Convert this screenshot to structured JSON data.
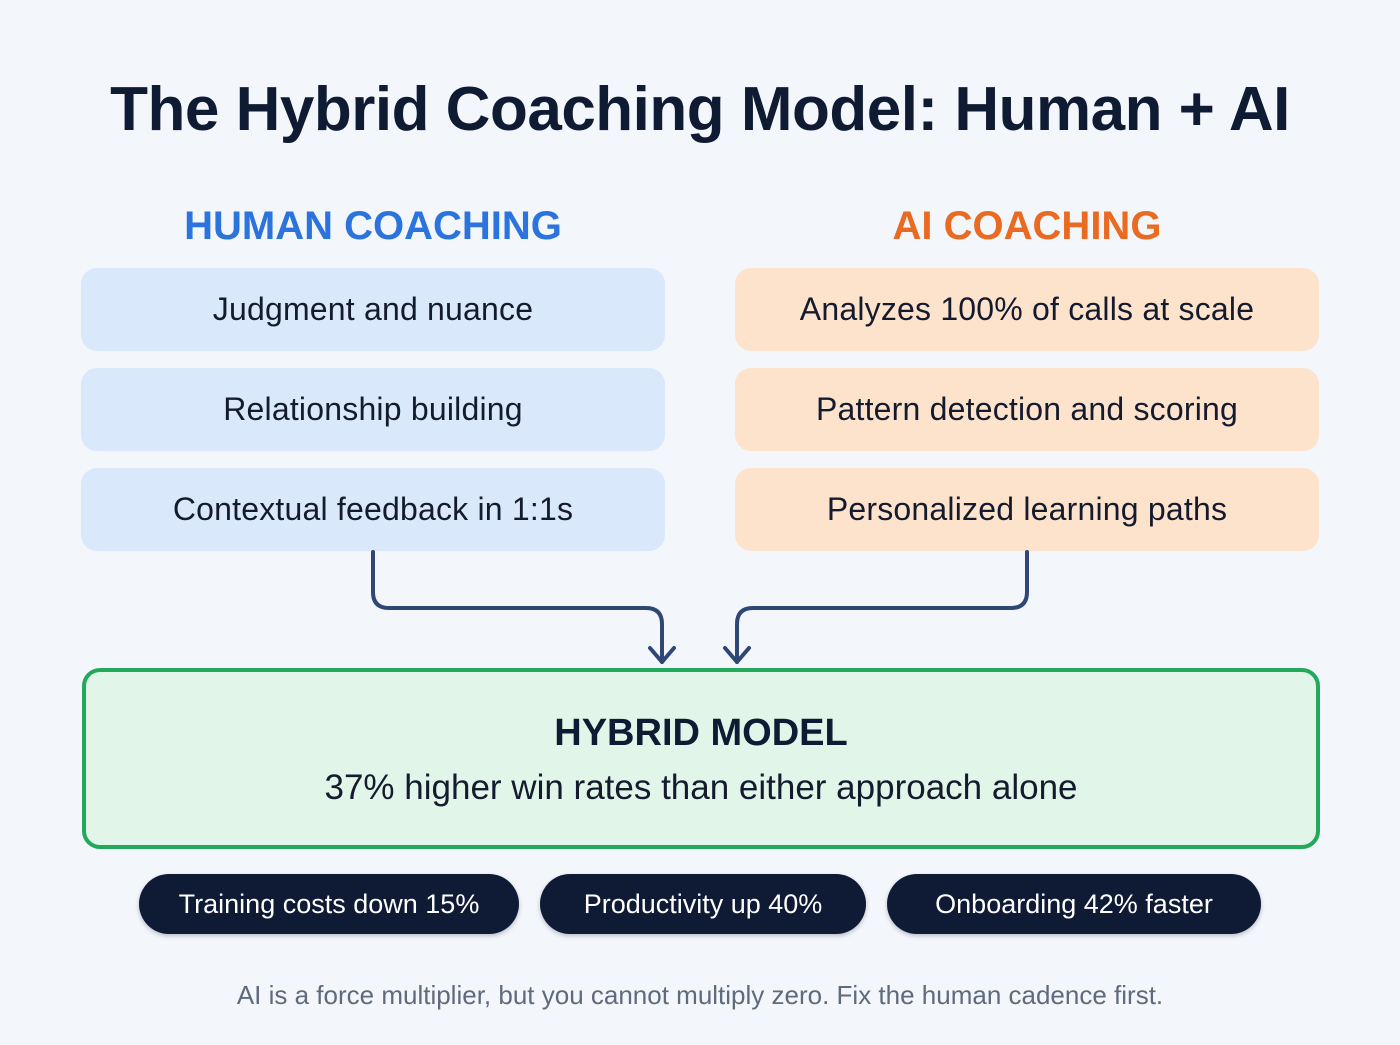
{
  "title": "The Hybrid Coaching Model: Human + AI",
  "colors": {
    "background": "#f3f6fb",
    "title": "#0f1a33",
    "human_accent": "#2b73dd",
    "human_box": "#d9e8fb",
    "ai_accent": "#ea6a22",
    "ai_box": "#fde3cc",
    "hybrid_border": "#22a95a",
    "hybrid_fill": "#e1f5e8",
    "arrow": "#2f4775",
    "pill": "#0f1a35",
    "footer": "#5f6b7d"
  },
  "human": {
    "header": "HUMAN COACHING",
    "items": [
      "Judgment and nuance",
      "Relationship building",
      "Contextual feedback in 1:1s"
    ]
  },
  "ai": {
    "header": "AI COACHING",
    "items": [
      "Analyzes 100% of calls at scale",
      "Pattern detection and scoring",
      "Personalized learning paths"
    ]
  },
  "arrows": [
    {
      "from": "human",
      "to": "hybrid",
      "icon": "arrow-down-icon"
    },
    {
      "from": "ai",
      "to": "hybrid",
      "icon": "arrow-down-icon"
    }
  ],
  "hybrid": {
    "title": "HYBRID MODEL",
    "subtitle": "37% higher win rates than either approach alone"
  },
  "stats": [
    "Training costs down 15%",
    "Productivity up 40%",
    "Onboarding 42% faster"
  ],
  "footer": "AI is a force multiplier, but you cannot multiply zero. Fix the human cadence first."
}
